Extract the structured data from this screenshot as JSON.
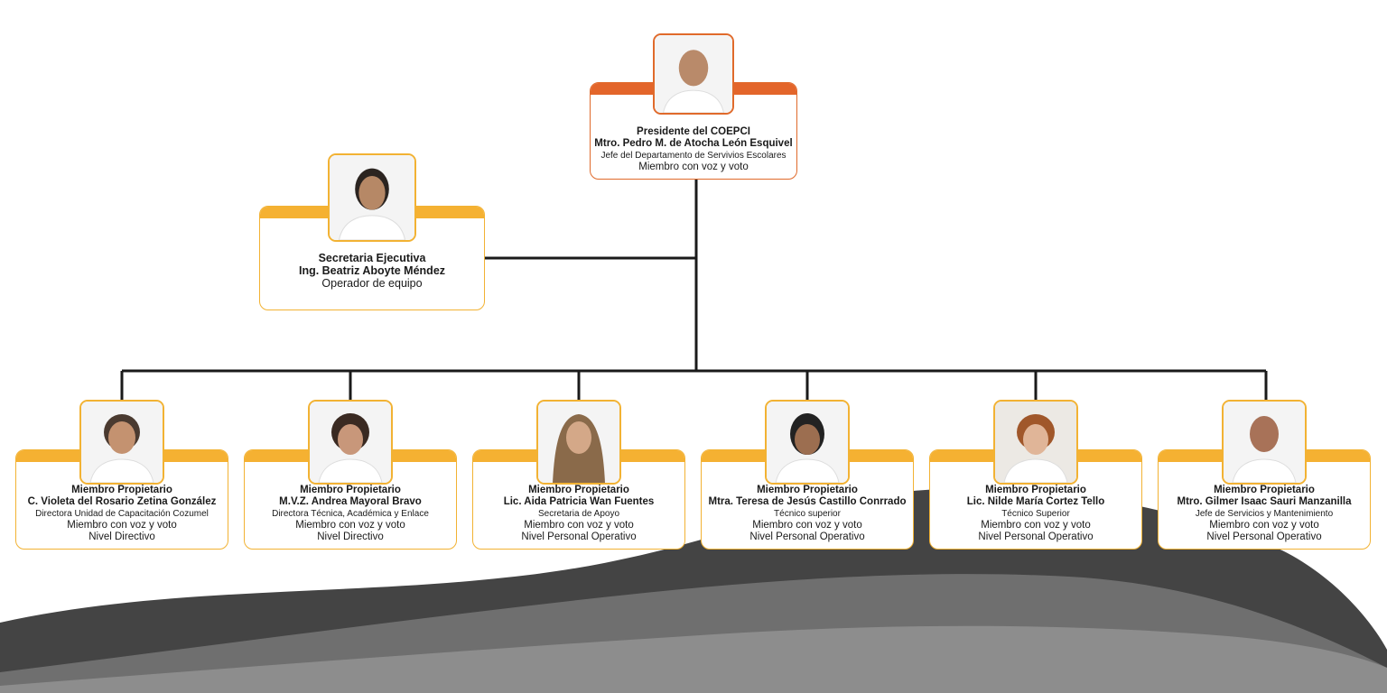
{
  "colors": {
    "president_accent": "#e3652a",
    "member_accent": "#f5b132",
    "connector": "#1a1a1a",
    "wave_dark": "#3a3a3a",
    "wave_mid": "#6e6e6e"
  },
  "president": {
    "role": "Presidente del COEPCI",
    "name": "Mtro. Pedro M. de Atocha León Esquivel",
    "job": "Jefe del Departamento de Servivios Escolares",
    "vote": "Miembro con voz y voto"
  },
  "secretary": {
    "role": "Secretaria Ejecutiva",
    "name": "Ing. Beatriz Aboyte Méndez",
    "job": "Operador de equipo"
  },
  "members": [
    {
      "role": "Miembro Propietario",
      "name": "C. Violeta del Rosario Zetina González",
      "job": "Directora Unidad de Capacitación Cozumel",
      "vote": "Miembro con voz y voto",
      "level": "Nivel Directivo"
    },
    {
      "role": "Miembro Propietario",
      "name": "M.V.Z. Andrea Mayoral Bravo",
      "job": "Directora Técnica, Académica y Enlace",
      "vote": "Miembro con voz y voto",
      "level": "Nivel Directivo"
    },
    {
      "role": "Miembro Propietario",
      "name": "Lic. Aida Patricia Wan Fuentes",
      "job": "Secretaria de Apoyo",
      "vote": "Miembro con voz y voto",
      "level": "Nivel Personal Operativo"
    },
    {
      "role": "Miembro Propietario",
      "name": "Mtra. Teresa de Jesús Castillo Conrrado",
      "job": "Técnico superior",
      "vote": "Miembro con voz y voto",
      "level": "Nivel Personal Operativo"
    },
    {
      "role": "Miembro Propietario",
      "name": "Lic. Nilde María Cortez Tello",
      "job": "Técnico Superior",
      "vote": "Miembro con voz y voto",
      "level": "Nivel Personal Operativo"
    },
    {
      "role": "Miembro Propietario",
      "name": "Mtro. Gilmer Isaac Sauri Manzanilla",
      "job": "Jefe de Servicios y Mantenimiento",
      "vote": "Miembro con voz y voto",
      "level": "Nivel Personal Operativo"
    }
  ]
}
